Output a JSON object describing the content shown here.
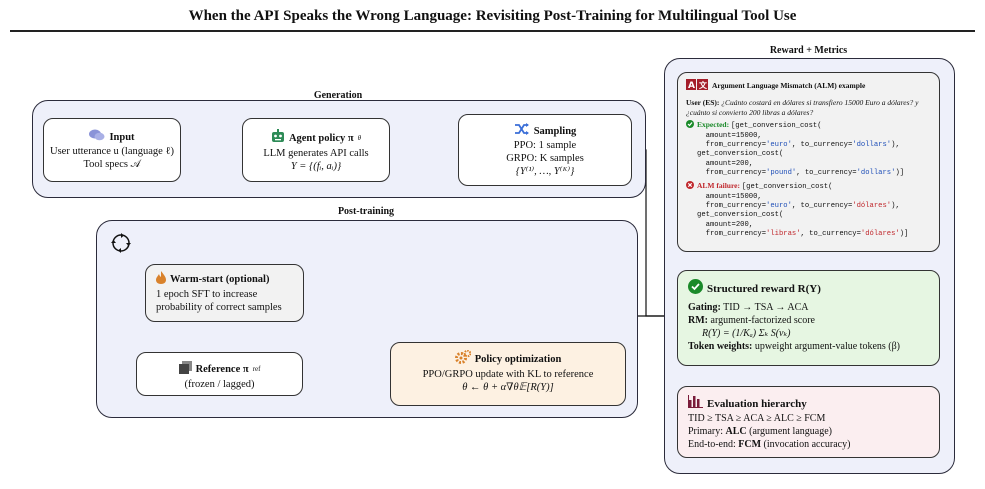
{
  "header": {
    "title": "When the API Speaks the Wrong Language: Revisiting Post-Training for Multilingual Tool Use"
  },
  "generation": {
    "label": "Generation",
    "input": {
      "title": "Input",
      "lines": [
        "User utterance u (language ℓ)",
        "Tool specs 𝒜"
      ]
    },
    "agent": {
      "title": "Agent policy π",
      "sub": "θ",
      "lines": [
        "LLM generates API calls",
        "Y = {(fᵢ, aᵢ)}"
      ]
    },
    "sampling": {
      "title": "Sampling",
      "lines": [
        "PPO: 1 sample",
        "GRPO: K samples",
        "{Y⁽¹⁾, …, Y⁽ᴷ⁾}"
      ]
    }
  },
  "post_training": {
    "label": "Post-training",
    "warm_start": {
      "title": "Warm-start (optional)",
      "lines": [
        "1 epoch SFT to increase",
        "probability of correct samples"
      ]
    },
    "reference": {
      "title": "Reference π",
      "sub": "ref",
      "lines": [
        "(frozen / lagged)"
      ]
    },
    "policy_opt": {
      "title": "Policy optimization",
      "lines": [
        "PPO/GRPO update with KL to reference",
        "θ ← θ + α∇θ𝔼[R(Y)]"
      ]
    }
  },
  "reward_metrics": {
    "label": "Reward + Metrics",
    "alm": {
      "title": "Argument Language Mismatch (ALM) example",
      "user_prefix": "User (ES):",
      "user_text": "¿Cuánto costará en dólares si transfiero 15000 Euro a dólares? y ¿cuánto si convierto 200 libras a dólares?",
      "expected_label": "Expected:",
      "expected_code": [
        "[get_conversion_cost(",
        "  amount=15000,",
        "  from_currency='euro', to_currency='dollars'),",
        "get_conversion_cost(",
        "  amount=200,",
        "  from_currency='pound', to_currency='dollars')]"
      ],
      "failure_label": "ALM failure:",
      "failure_code": [
        "[get_conversion_cost(",
        "  amount=15000,",
        "  from_currency='euro', to_currency='dólares'),",
        "get_conversion_cost(",
        "  amount=200,",
        "  from_currency='libras', to_currency='dólares')]"
      ]
    },
    "structured_reward": {
      "title": "Structured reward R(Y)",
      "gating_label": "Gating:",
      "gating_text": "TID → TSA → ACA",
      "rm_label": "RM:",
      "rm_text": "argument-factorized score",
      "formula": "R(Y) = (1/Kₐ) Σₖ S(vₖ)",
      "token_label": "Token weights:",
      "token_text": "upweight argument-value tokens (β)"
    },
    "evaluation": {
      "title": "Evaluation hierarchy",
      "line1": "TID ≥ TSA ≥ ACA ≥ ALC ≥ FCM",
      "primary_label": "Primary:",
      "primary_bold": "ALC",
      "primary_rest": "(argument language)",
      "e2e_label": "End-to-end:",
      "e2e_bold": "FCM",
      "e2e_rest": "(invocation accuracy)"
    }
  },
  "colors": {
    "group_bg": "#eef0fa",
    "warm_bg": "#f2f2f2",
    "policy_bg": "#fdf1e2",
    "alm_bg": "#f2f2f2",
    "reward_bg": "#e6f6e2",
    "eval_bg": "#fbeef0",
    "input_icon": "#8a93d8",
    "agent_icon": "#2e8b57",
    "sampling_icon": "#3b6fd8",
    "flame_icon": "#d9822b",
    "gear_icon": "#d9822b",
    "check_icon": "#1b8a2a",
    "chart_icon": "#7a1b3a"
  }
}
